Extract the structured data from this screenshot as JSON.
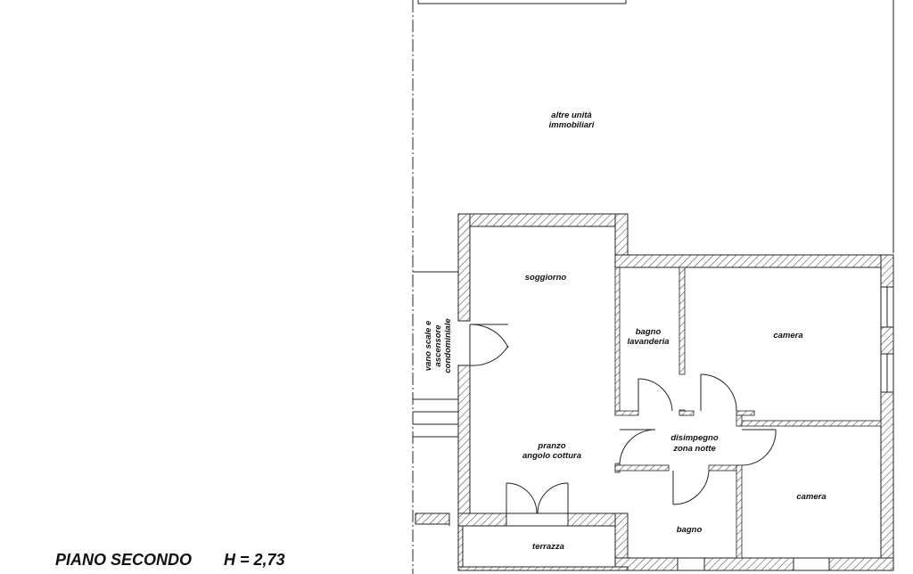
{
  "title": "PIANO SECONDO",
  "height_label": "H = 2,73",
  "labels": {
    "other_units_1": "altre unità",
    "other_units_2": "immobiliari",
    "soggiorno": "soggiorno",
    "bagno_lav_1": "bagno",
    "bagno_lav_2": "lavanderia",
    "camera_1": "camera",
    "camera_2": "camera",
    "stairs_1": "vano scale e",
    "stairs_2": "ascensore",
    "stairs_3": "condominiale",
    "disimpegno_1": "disimpegno",
    "disimpegno_2": "zona notte",
    "pranzo_1": "pranzo",
    "pranzo_2": "angolo cottura",
    "bagno": "bagno",
    "terrazza": "terrazza"
  },
  "colors": {
    "wall": "#222222",
    "hatch": "#555555",
    "background": "#ffffff"
  }
}
